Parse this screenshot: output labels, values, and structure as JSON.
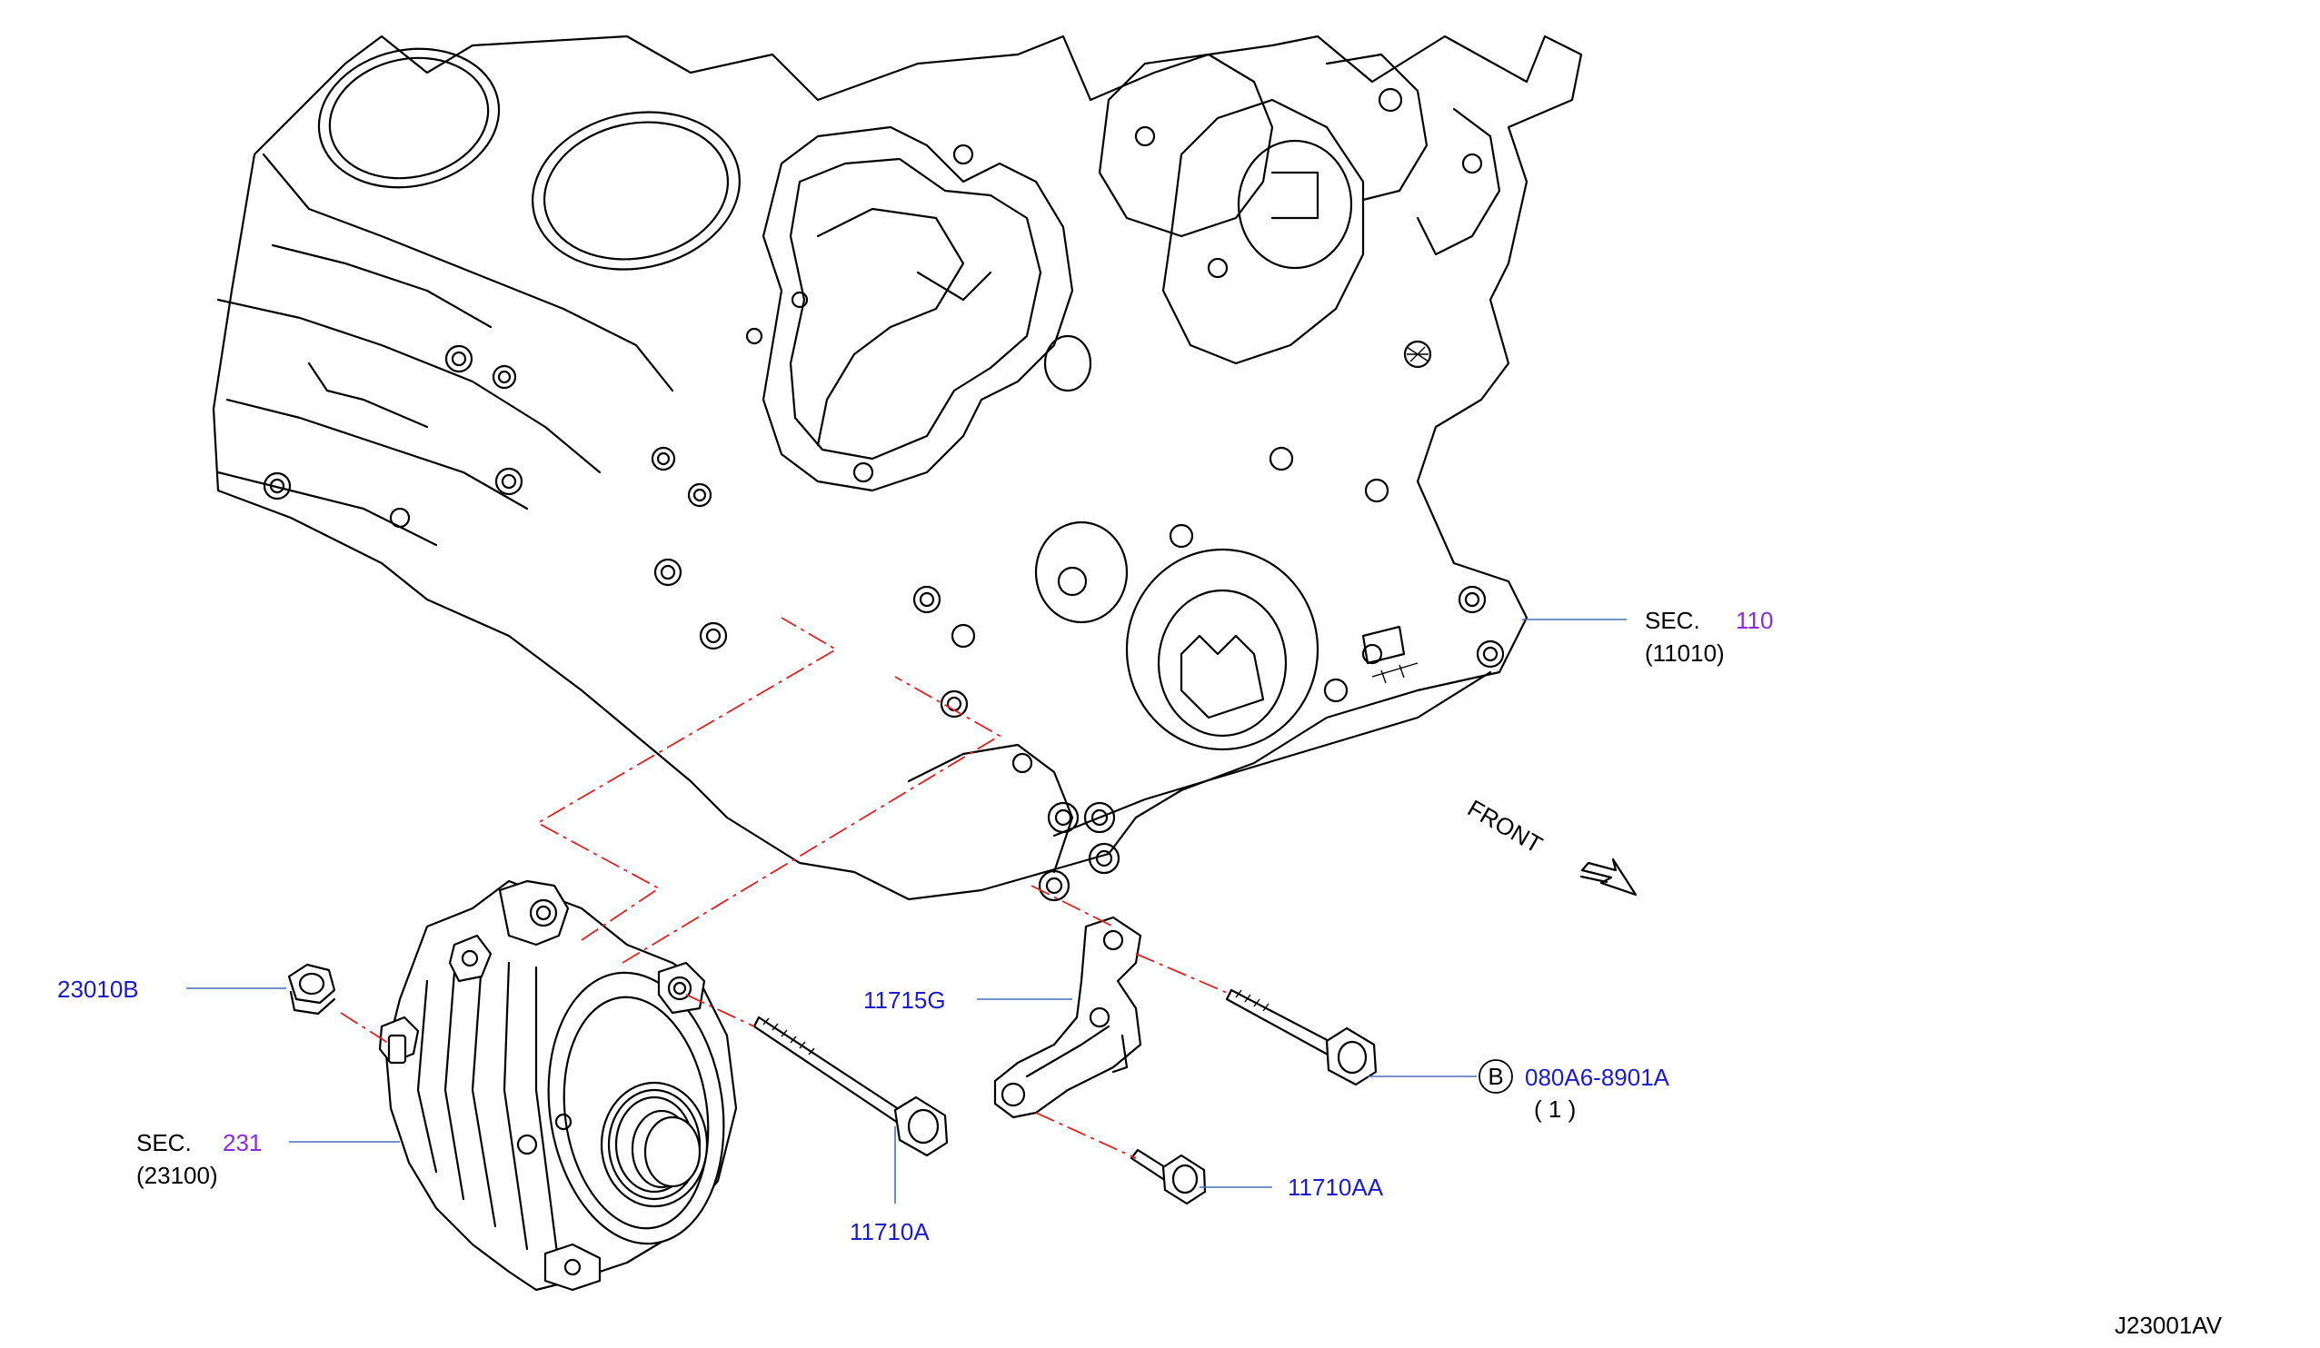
{
  "diagram": {
    "code": "J23001AV",
    "front_label": "FRONT",
    "labels": {
      "sec110": {
        "prefix": "SEC.",
        "number": "110",
        "sub": "(11010)"
      },
      "sec231": {
        "prefix": "SEC.",
        "number": "231",
        "sub": "(23100)"
      },
      "p23010b": "23010B",
      "p11715g": "11715G",
      "p11710a": "11710A",
      "p11710aa": "11710AA",
      "bolt_b": {
        "circle": "B",
        "part": "080A6-8901A",
        "qty": "( 1 )"
      }
    }
  },
  "colors": {
    "part_number": "#1a1ad0",
    "section_number": "#8a2be2",
    "leader": "#4a6fb5",
    "phantom_line": "#e02020"
  }
}
